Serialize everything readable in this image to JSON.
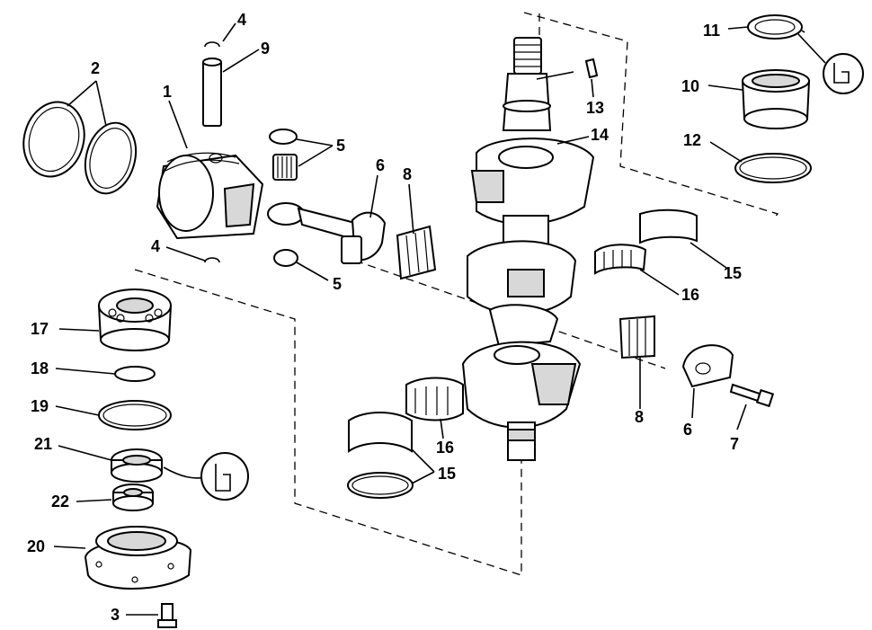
{
  "labels": {
    "n1": "1",
    "n2": "2",
    "n3": "3",
    "n4a": "4",
    "n4b": "4",
    "n5a": "5",
    "n5b": "5",
    "n6a": "6",
    "n6b": "6",
    "n7": "7",
    "n8a": "8",
    "n8b": "8",
    "n9": "9",
    "n10": "10",
    "n11": "11",
    "n12": "12",
    "n13": "13",
    "n14": "14",
    "n15a": "15",
    "n15b": "15",
    "n16a": "16",
    "n16b": "16",
    "n17": "17",
    "n18": "18",
    "n19": "19",
    "n20": "20",
    "n21": "21",
    "n22": "22"
  }
}
